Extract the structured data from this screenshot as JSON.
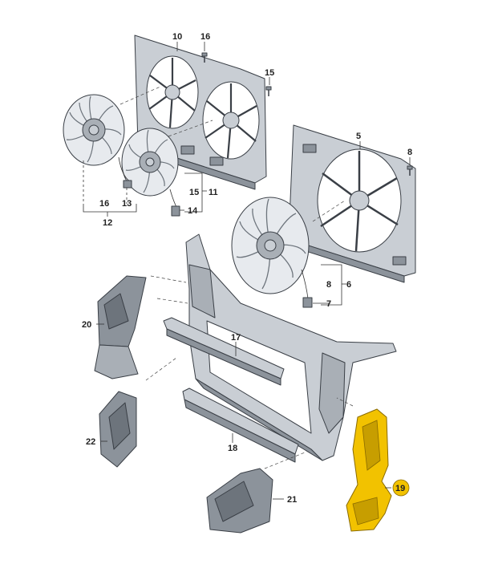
{
  "colors": {
    "part_fill": "#c9ced4",
    "part_dark": "#8c939b",
    "part_shadow": "#6d747c",
    "highlight_fill": "#f2c200",
    "highlight_edge": "#8a6b00",
    "line": "#333333",
    "background": "#ffffff"
  },
  "callouts": {
    "c10": "10",
    "c16_top": "16",
    "c15_top": "15",
    "c5": "5",
    "c8_top": "8",
    "c16_left": "16",
    "c13": "13",
    "c12": "12",
    "c15_mid": "15",
    "c11": "11",
    "c14": "14",
    "c8_mid": "8",
    "c6": "6",
    "c7": "7",
    "c20": "20",
    "c17": "17",
    "c22": "22",
    "c18": "18",
    "c19": "19",
    "c21": "21"
  }
}
